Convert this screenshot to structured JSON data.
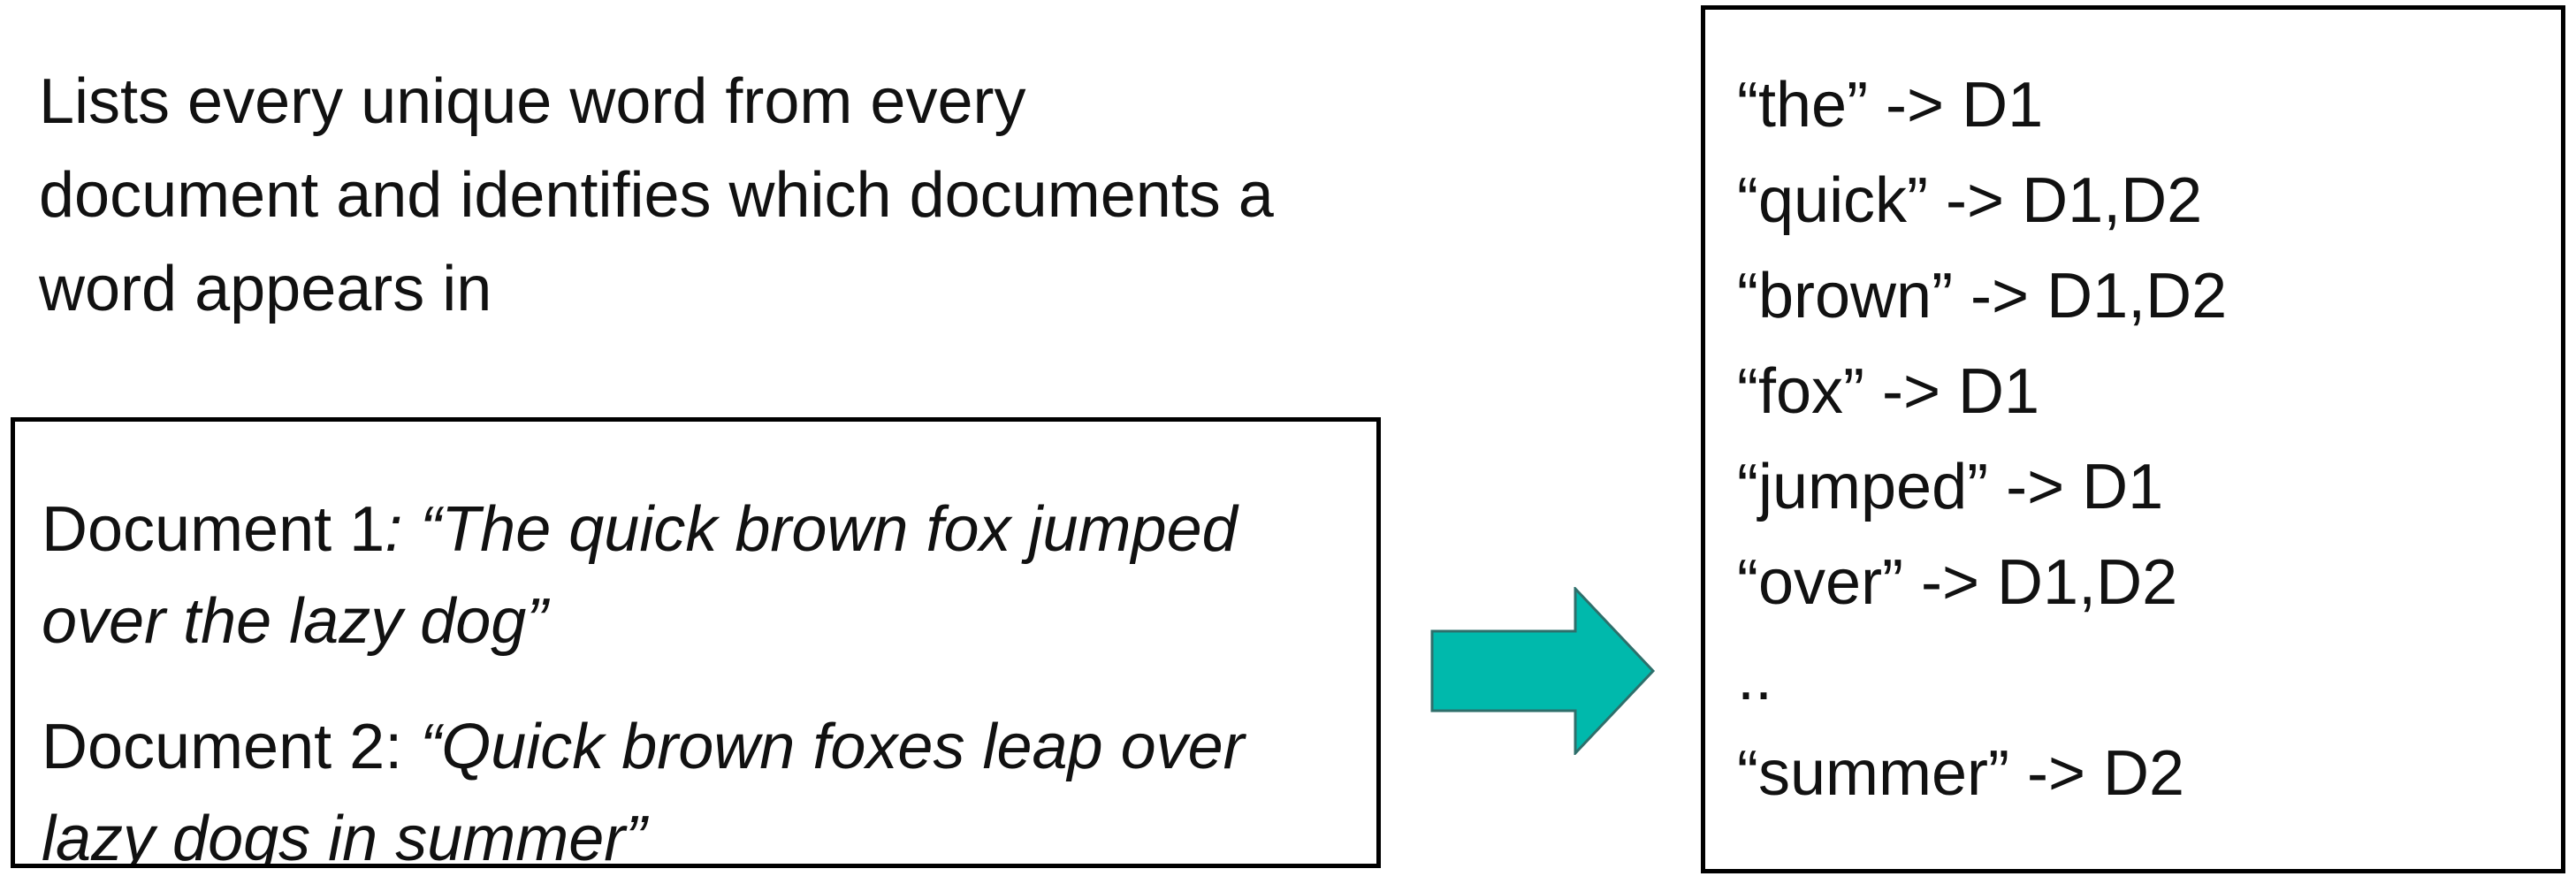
{
  "description": {
    "line1": "Lists every unique word from every",
    "line2": "document and identifies which documents a",
    "line3": "word appears in"
  },
  "documents": [
    {
      "label": "Document 1",
      "separator": ": ",
      "quote_line1": "“The quick brown fox jumped",
      "quote_line2": "over the lazy dog”"
    },
    {
      "label": "Document 2",
      "separator": ": ",
      "quote_line1": "“Quick brown foxes leap over",
      "quote_line2": "lazy dogs in summer”"
    }
  ],
  "arrow": {
    "icon": "right-arrow-icon",
    "fill": "#00B9AC",
    "stroke": "#2E6F6B"
  },
  "index_entries": [
    "“the” -> D1",
    "“quick” -> D1,D2",
    "“brown” -> D1,D2",
    "“fox” -> D1",
    "“jumped” -> D1",
    "“over” -> D1,D2",
    "..",
    "“summer” -> D2"
  ]
}
